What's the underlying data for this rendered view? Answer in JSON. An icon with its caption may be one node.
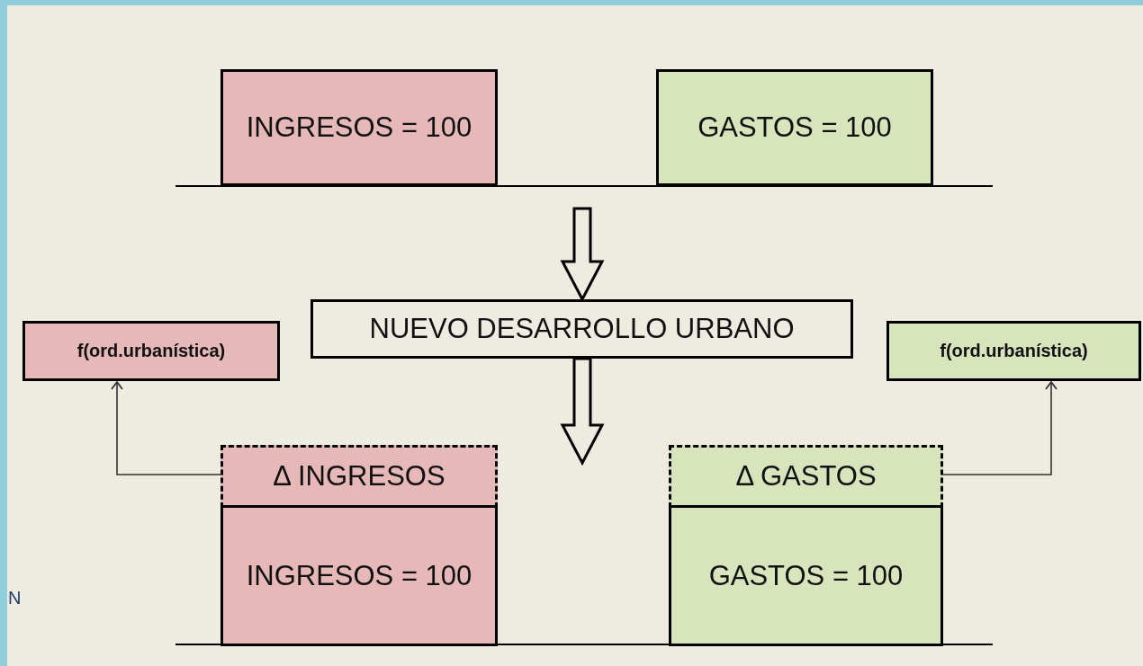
{
  "diagram": {
    "nodes": [
      {
        "text": [
          "INGRESOS = 100"
        ]
      },
      {
        "text": [
          "GASTOS = 100"
        ]
      },
      {
        "text": [
          "NUEVO DESARROLLO URBANO"
        ]
      },
      {
        "text": [
          "f(ord.urbanística)"
        ]
      },
      {
        "text": [
          "f(ord.urbanística)"
        ]
      },
      {
        "text": [
          "Δ INGRESOS"
        ]
      },
      {
        "text": [
          "Δ GASTOS"
        ]
      },
      {
        "text": [
          "INGRESOS = 100"
        ]
      },
      {
        "text": [
          "GASTOS = 100"
        ]
      }
    ],
    "edges": [
      {
        "from": null,
        "to": 2,
        "arrow": "to"
      },
      {
        "from": 2,
        "to": null,
        "arrow": "to"
      },
      {
        "from": 5,
        "to": 3,
        "arrow": "to"
      },
      {
        "from": 6,
        "to": 4,
        "arrow": "to"
      }
    ],
    "labels": [
      "N"
    ]
  }
}
